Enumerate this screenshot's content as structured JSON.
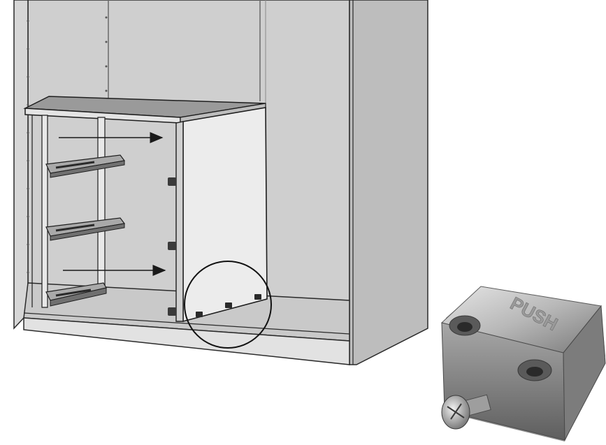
{
  "illustration": {
    "colors": {
      "panel_light": "#d9d9d9",
      "panel_mid": "#c4c4c4",
      "panel_dark": "#9e9e9e",
      "edge": "#2a2a2a",
      "panel_face": "#eeeeee",
      "rail": "#8f8f8f",
      "metal_light": "#d0d0d0",
      "metal_dark": "#6e6e6e"
    },
    "callout_circle": "magnified-detail-circle",
    "arrow_count": 2
  },
  "part": {
    "embossed_text": "PUSH"
  }
}
